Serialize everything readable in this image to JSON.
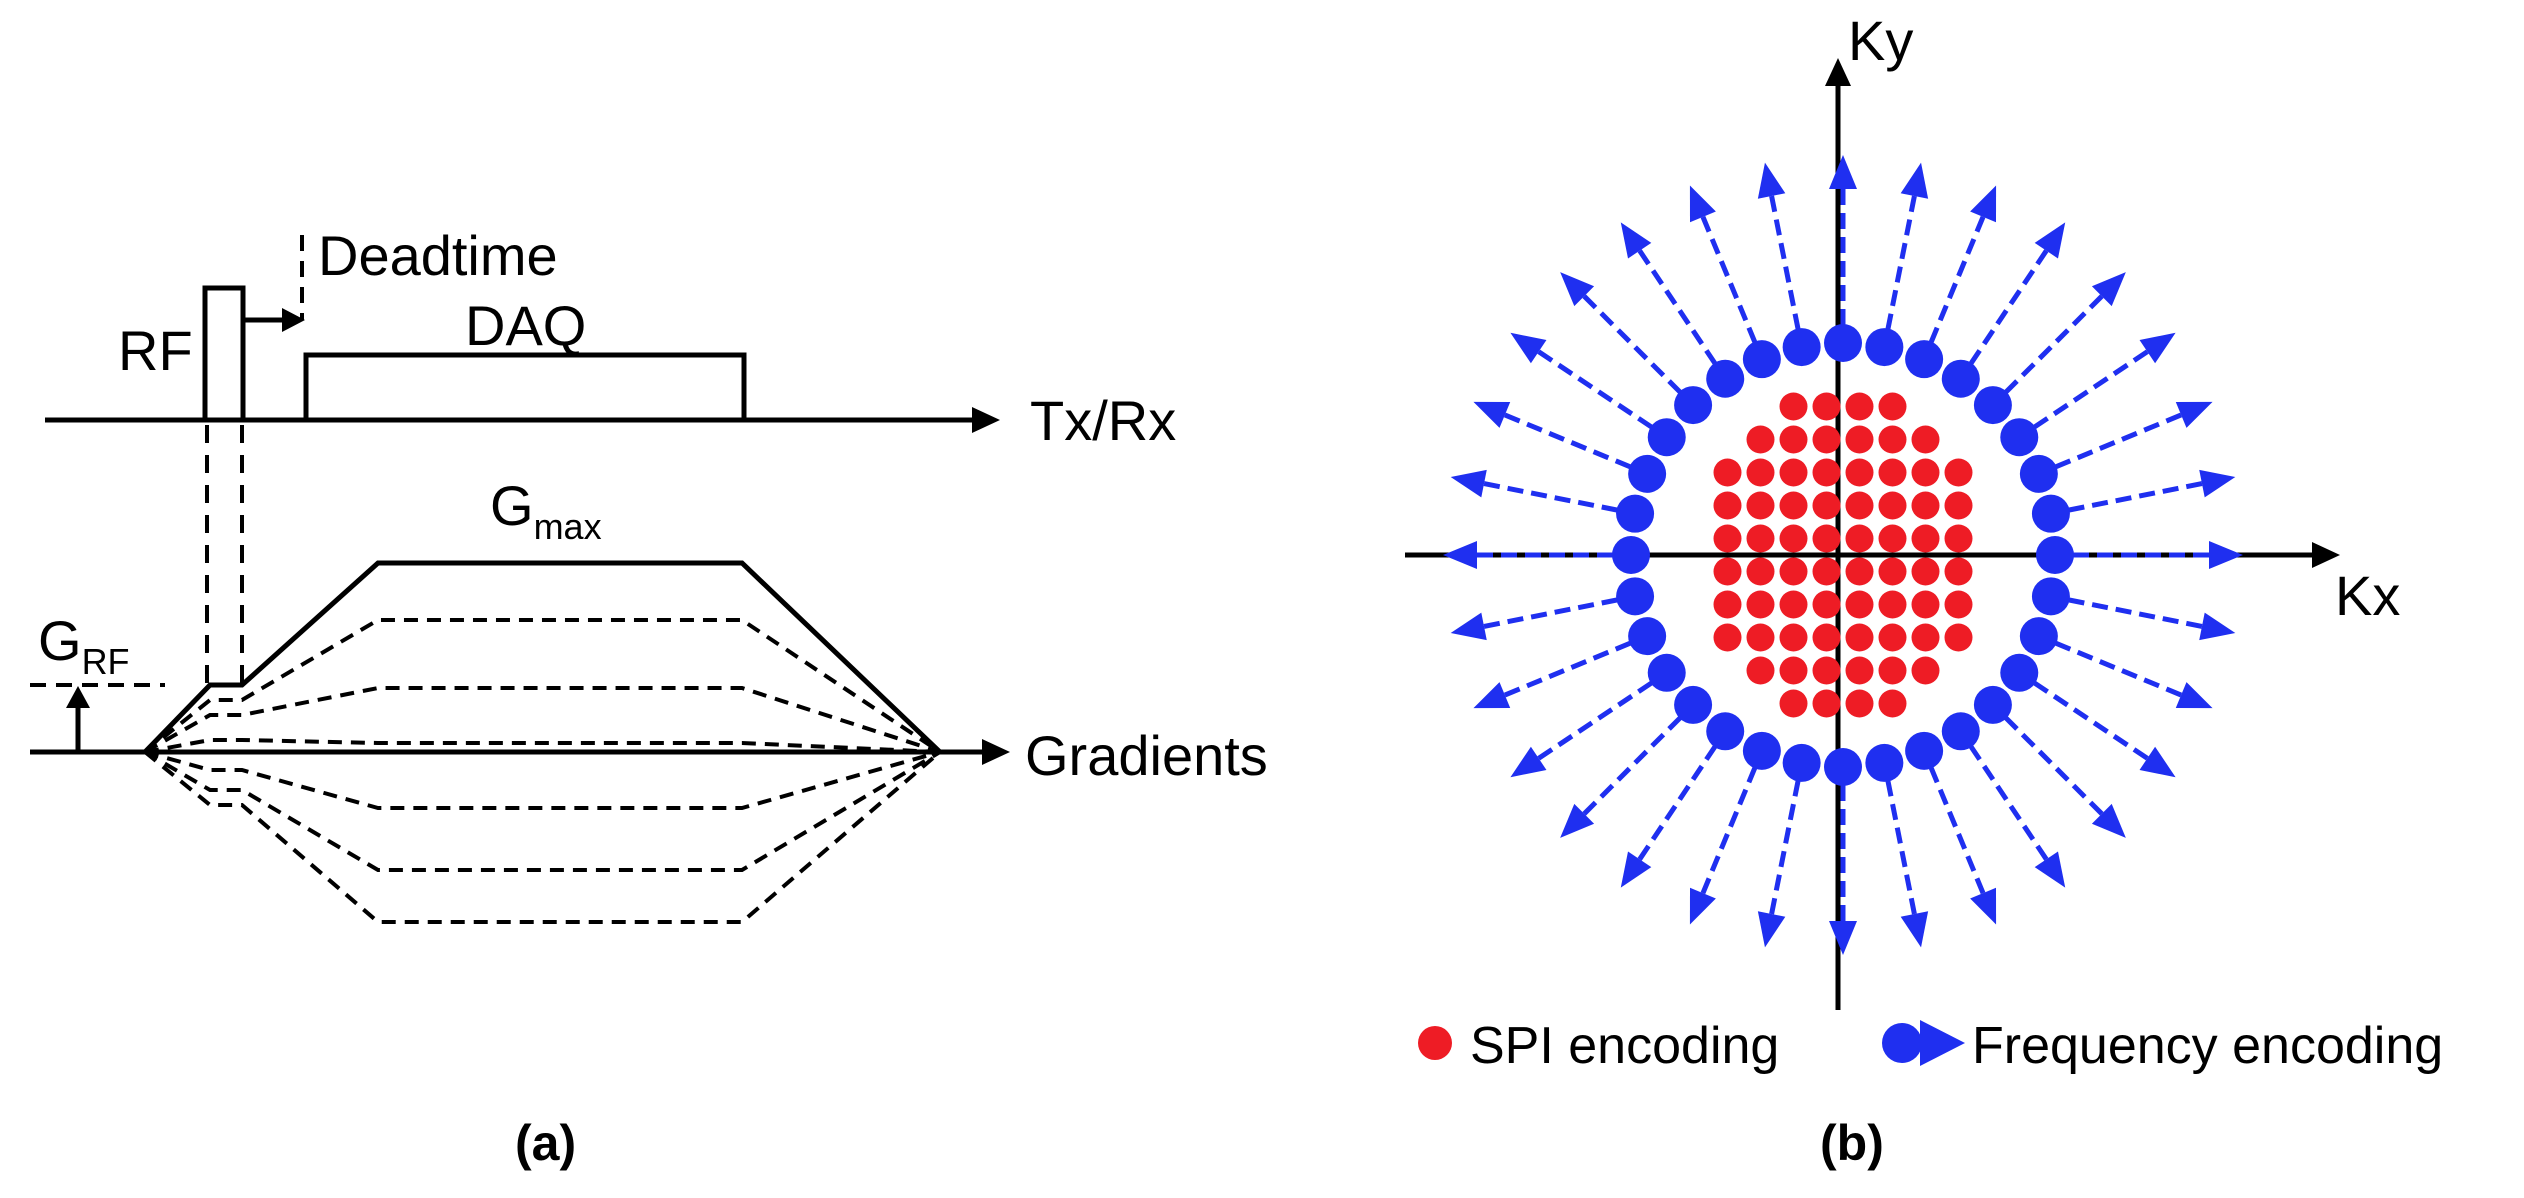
{
  "panel_a": {
    "caption": "(a)",
    "rf_label": "RF",
    "deadtime_label": "Deadtime",
    "daq_label": "DAQ",
    "txrx_label": "Tx/Rx",
    "gmax_label": "G",
    "gmax_sub": "max",
    "grf_label": "G",
    "grf_sub": "RF",
    "gradients_label": "Gradients"
  },
  "panel_b": {
    "caption": "(b)",
    "kx_label": "Kx",
    "ky_label": "Ky",
    "spi_color": "#ee1c25",
    "freq_color": "#1f2ff0",
    "spi_grid_rows": [
      4,
      6,
      8,
      8,
      8,
      8,
      8,
      8,
      6,
      4
    ],
    "radial_spokes": 32,
    "legend": {
      "spi": "SPI encoding",
      "frequency": "Frequency encoding"
    }
  }
}
